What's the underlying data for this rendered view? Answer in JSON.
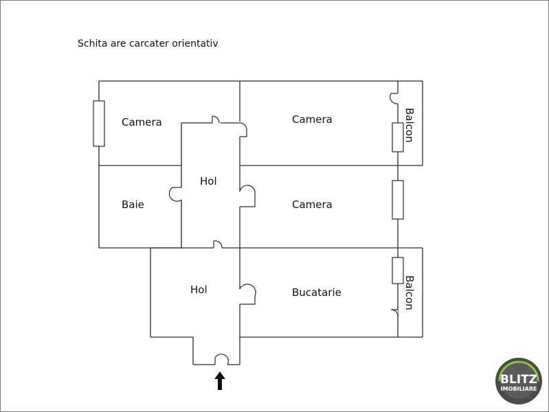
{
  "note": "Schita are carcater orientativ",
  "rooms": {
    "camera_top_left": "Camera",
    "camera_top_right": "Camera",
    "balcon_top": "Balcon",
    "hol_upper": "Hol",
    "baie": "Baie",
    "camera_middle": "Camera",
    "hol_lower": "Hol",
    "bucatarie": "Bucatarie",
    "balcon_bottom": "Balcon"
  },
  "logo": {
    "brand": "BLITZ",
    "sub": "IMOBILIARE",
    "ring_color": "#4a4a4a",
    "accent_color": "#8cc63f"
  },
  "colors": {
    "line": "#2a2a2a",
    "background": "#ffffff"
  }
}
